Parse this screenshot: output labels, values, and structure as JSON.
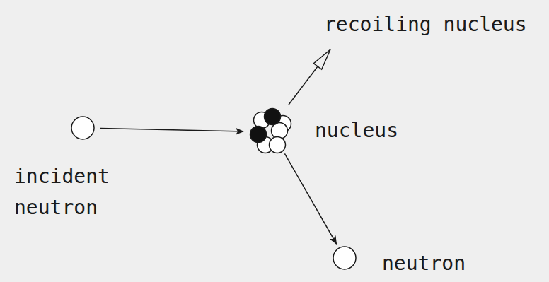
{
  "diagram": {
    "nodes": [
      {
        "text": [
          "incident neutron"
        ]
      },
      {
        "text": [
          "nucleus"
        ]
      },
      {
        "text": [
          "neutron"
        ]
      }
    ],
    "edges": [
      {
        "from": 0,
        "to": 1,
        "arrow": "to"
      },
      {
        "from": 1,
        "to": 2,
        "arrow": "to"
      }
    ],
    "labels": [
      "recoiling nucleus"
    ]
  }
}
